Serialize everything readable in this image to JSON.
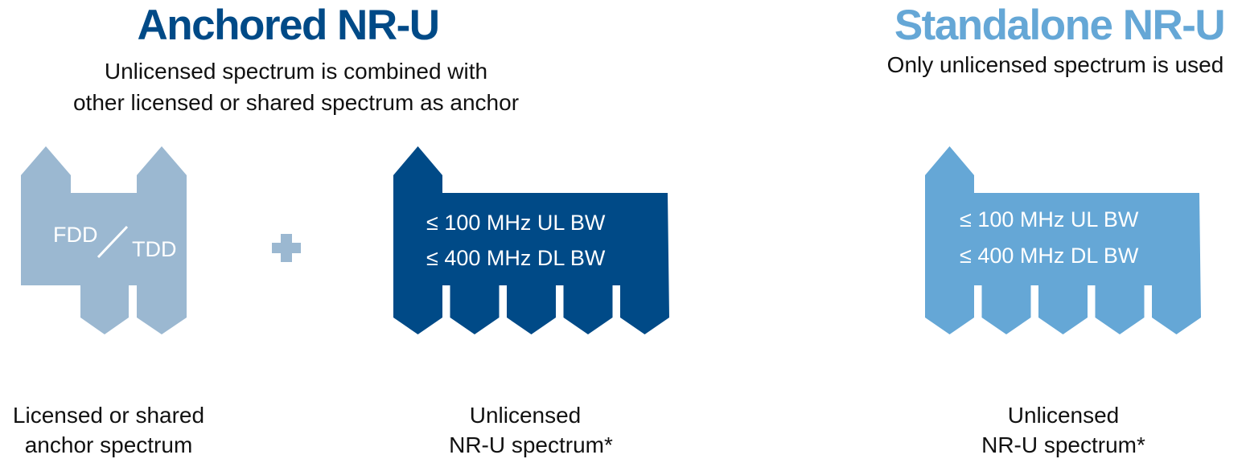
{
  "colors": {
    "dark_blue": "#004a87",
    "light_blue": "#9bb8d1",
    "mid_blue": "#65a7d6",
    "text": "#111111"
  },
  "anchored": {
    "title": "Anchored NR-U",
    "subtitle_lines": [
      "Unlicensed spectrum is combined with",
      "other licensed or shared spectrum as anchor"
    ],
    "anchor_block": {
      "left_text": "FDD",
      "right_text": "TDD",
      "label_lines": [
        "Licensed or shared",
        "anchor spectrum"
      ]
    },
    "plus_icon": "plus-icon",
    "unlicensed_block": {
      "lines": [
        "≤  100 MHz UL BW",
        "≤ 400 MHz DL BW"
      ],
      "label_lines": [
        "Unlicensed",
        "NR-U spectrum*"
      ]
    }
  },
  "standalone": {
    "title": "Standalone NR-U",
    "subtitle": "Only unlicensed spectrum is used",
    "unlicensed_block": {
      "lines": [
        "≤  100 MHz UL BW",
        "≤ 400 MHz DL BW"
      ],
      "label_lines": [
        "Unlicensed",
        "NR-U spectrum*"
      ]
    }
  }
}
